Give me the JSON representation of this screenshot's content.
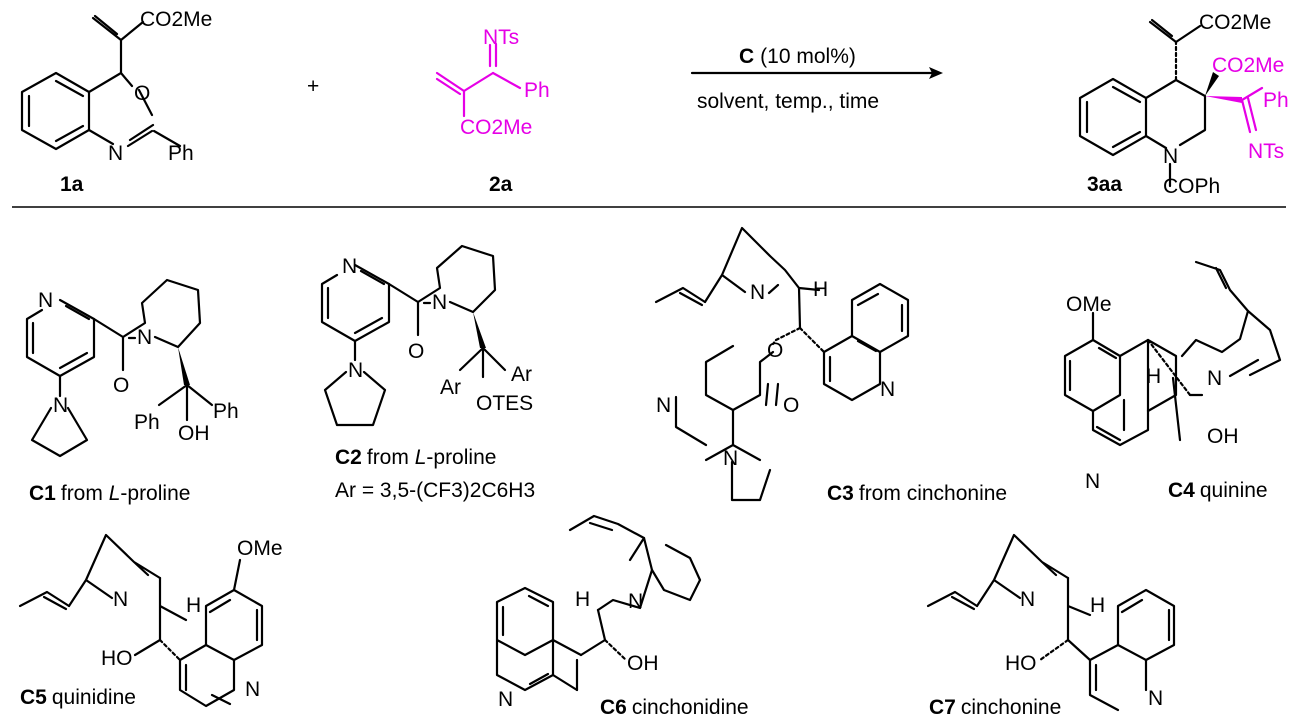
{
  "colors": {
    "highlight": "#e600e6",
    "ink": "#000000"
  },
  "reaction": {
    "compounds": {
      "1a": {
        "id": "1a",
        "atoms": {
          "ester": "CO2Me",
          "o": "O",
          "n": "N",
          "ph": "Ph"
        }
      },
      "2a": {
        "id": "2a",
        "atoms": {
          "nts": "NTs",
          "ph": "Ph",
          "ester": "CO2Me"
        }
      },
      "3aa": {
        "id": "3aa",
        "atoms": {
          "ester1": "CO2Me",
          "ester2": "CO2Me",
          "ph": "Ph",
          "nts": "NTs",
          "n": "N",
          "acyl": "COPh"
        }
      }
    },
    "plus": "+",
    "arrow": {
      "catalyst": "C",
      "loading": "(10 mol%)",
      "conditions": "solvent, temp., time"
    }
  },
  "catalysts": [
    {
      "id": "C1",
      "desc_prefix": "from ",
      "desc_italic": "L",
      "desc_suffix": "-proline",
      "atoms": {
        "n_py": "N",
        "n_pyr": "N",
        "n_amide": "N",
        "o": "O",
        "ph1": "Ph",
        "ph2": "Ph",
        "oh": "OH"
      }
    },
    {
      "id": "C2",
      "desc_prefix": "from ",
      "desc_italic": "L",
      "desc_suffix": "-proline",
      "note": "Ar = 3,5-(CF3)2C6H3",
      "atoms": {
        "n_py": "N",
        "n_pyr": "N",
        "n_amide": "N",
        "o": "O",
        "ar1": "Ar",
        "ar2": "Ar",
        "otes": "OTES"
      }
    },
    {
      "id": "C3",
      "desc": "from cinchonine",
      "atoms": {
        "n_q": "N",
        "h": "H",
        "o1": "O",
        "o2": "O",
        "n_py": "N",
        "n_pyr": "N",
        "n_quin": "N"
      }
    },
    {
      "id": "C4",
      "desc": "quinine",
      "atoms": {
        "ome": "OMe",
        "h": "H",
        "n_q": "N",
        "oh": "OH",
        "n_quin": "N"
      }
    },
    {
      "id": "C5",
      "desc": "quinidine",
      "atoms": {
        "ome": "OMe",
        "n_q": "N",
        "h": "H",
        "ho": "HO",
        "n_quin": "N"
      }
    },
    {
      "id": "C6",
      "desc": "cinchonidine",
      "atoms": {
        "h": "H",
        "n_q": "N",
        "oh": "OH",
        "n_quin": "N"
      }
    },
    {
      "id": "C7",
      "desc": "cinchonine",
      "atoms": {
        "n_q": "N",
        "h": "H",
        "ho": "HO",
        "n_quin": "N"
      }
    }
  ]
}
